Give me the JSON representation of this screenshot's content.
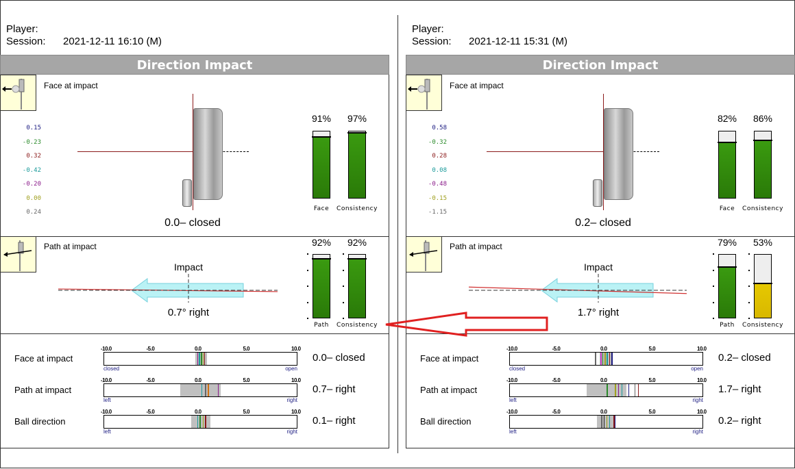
{
  "labels": {
    "player": "Player:",
    "session": "Session:",
    "title": "Direction Impact",
    "face_section": "Face at impact",
    "path_section": "Path at impact",
    "impact": "Impact"
  },
  "colors": {
    "good": "#3a9a10",
    "warn": "#e6c800",
    "title_bg": "#a6a6a6",
    "arrow": "#e02020",
    "path_arrow": "#aef0f4"
  },
  "scale": {
    "min": -10,
    "max": 10,
    "ticks": [
      "-10.0",
      "-5.0",
      "0.0",
      "5.0",
      "10.0"
    ]
  },
  "panels": [
    {
      "player": "",
      "session": "2021-12-11 16:10 (M)",
      "face_legend": [
        {
          "v": "0.15",
          "c": "#1a1a80"
        },
        {
          "v": "-0.23",
          "c": "#2a8a2a"
        },
        {
          "v": "0.32",
          "c": "#8b1a1a"
        },
        {
          "v": "-0.42",
          "c": "#1a9a9a"
        },
        {
          "v": "-0.20",
          "c": "#8a1a8a"
        },
        {
          "v": "0.00",
          "c": "#a0a020"
        },
        {
          "v": "0.24",
          "c": "#666666"
        }
      ],
      "face_value": "0.0– closed",
      "face_bars": [
        {
          "label": "Face",
          "pct": "91%",
          "value": 91,
          "color": "#3a9a10"
        },
        {
          "label": "Consistency",
          "pct": "97%",
          "value": 97,
          "color": "#3a9a10"
        }
      ],
      "path_value": "0.7° right",
      "path_angle": 0.7,
      "path_bars": [
        {
          "label": "Path",
          "pct": "92%",
          "value": 92,
          "color": "#3a9a10"
        },
        {
          "label": "Consistency",
          "pct": "92%",
          "value": 92,
          "color": "#3a9a10"
        }
      ],
      "rows": [
        {
          "label": "Face at impact",
          "value": "0.0– closed",
          "left": "closed",
          "right": "open",
          "band": [
            -0.54,
            0.65
          ],
          "lines": [
            {
              "x": -0.33,
              "c": "#8a1a8a"
            },
            {
              "x": -0.15,
              "c": "#1a9a9a"
            },
            {
              "x": 0.05,
              "c": "#2a8a2a"
            },
            {
              "x": 0.23,
              "c": "#a0a020"
            },
            {
              "x": 0.39,
              "c": "#8b1a1a"
            }
          ]
        },
        {
          "label": "Path at impact",
          "value": "0.7– right",
          "left": "left",
          "right": "right",
          "band": [
            -2.07,
            2.07
          ],
          "lines": [
            {
              "x": 0.08,
              "c": "#1a9a9a"
            },
            {
              "x": 0.47,
              "c": "#666666"
            },
            {
              "x": 0.78,
              "c": "#d07010"
            },
            {
              "x": 1.8,
              "c": "#8a1a8a"
            }
          ]
        },
        {
          "label": "Ball direction",
          "value": "0.1– right",
          "left": "left",
          "right": "right",
          "band": [
            -0.98,
            1.0
          ],
          "lines": [
            {
              "x": -0.34,
              "c": "#1a9a9a"
            },
            {
              "x": -0.08,
              "c": "#2a8a2a"
            },
            {
              "x": 0.23,
              "c": "#a0a020"
            },
            {
              "x": 0.49,
              "c": "#8b1a1a"
            }
          ]
        }
      ]
    },
    {
      "player": "",
      "session": "2021-12-11 15:31 (M)",
      "face_legend": [
        {
          "v": "0.58",
          "c": "#1a1a80"
        },
        {
          "v": "-0.32",
          "c": "#2a8a2a"
        },
        {
          "v": "0.28",
          "c": "#8b1a1a"
        },
        {
          "v": "0.08",
          "c": "#1a9a9a"
        },
        {
          "v": "-0.48",
          "c": "#8a1a8a"
        },
        {
          "v": "-0.15",
          "c": "#a0a020"
        },
        {
          "v": "-1.15",
          "c": "#666666"
        }
      ],
      "face_value": "0.2– closed",
      "face_bars": [
        {
          "label": "Face",
          "pct": "82%",
          "value": 82,
          "color": "#3a9a10"
        },
        {
          "label": "Consistency",
          "pct": "86%",
          "value": 86,
          "color": "#3a9a10"
        }
      ],
      "path_value": "1.7° right",
      "path_angle": 1.7,
      "path_bars": [
        {
          "label": "Path",
          "pct": "79%",
          "value": 79,
          "color": "#3a9a10"
        },
        {
          "label": "Consistency",
          "pct": "53%",
          "value": 53,
          "color": "#e6c800"
        }
      ],
      "rows": [
        {
          "label": "Face at impact",
          "value": "0.2– closed",
          "left": "closed",
          "right": "open",
          "band": [
            -0.69,
            0.56
          ],
          "lines": [
            {
              "x": -1.16,
              "c": "#666666"
            },
            {
              "x": -0.59,
              "c": "#c040c0"
            },
            {
              "x": -0.4,
              "c": "#2a8a2a"
            },
            {
              "x": -0.17,
              "c": "#a0a020"
            },
            {
              "x": 0.07,
              "c": "#1a9a9a"
            },
            {
              "x": 0.3,
              "c": "#8b1a1a"
            },
            {
              "x": 0.55,
              "c": "#1a1a80"
            }
          ]
        },
        {
          "label": "Path at impact",
          "value": "1.7– right",
          "left": "left",
          "right": "right",
          "band": [
            -2.04,
            2.07
          ],
          "lines": [
            {
              "x": 0.04,
              "c": "#2a8a2a"
            },
            {
              "x": 0.9,
              "c": "#a0a020"
            },
            {
              "x": 1.23,
              "c": "#8a1a8a"
            },
            {
              "x": 1.6,
              "c": "#1a9a9a"
            },
            {
              "x": 2.3,
              "c": "#1a1a80"
            },
            {
              "x": 2.95,
              "c": "#666666"
            },
            {
              "x": 3.3,
              "c": "#8b1a1a"
            }
          ]
        },
        {
          "label": "Ball direction",
          "value": "0.2– right",
          "left": "left",
          "right": "right",
          "band": [
            -0.98,
            0.96
          ],
          "lines": [
            {
              "x": -0.5,
              "c": "#666666"
            },
            {
              "x": -0.26,
              "c": "#222222"
            },
            {
              "x": 0.02,
              "c": "#a0a020"
            },
            {
              "x": 0.3,
              "c": "#1a9a9a"
            },
            {
              "x": 0.78,
              "c": "#8b1a1a"
            },
            {
              "x": 0.88,
              "c": "#1a1a80"
            }
          ]
        }
      ]
    }
  ]
}
